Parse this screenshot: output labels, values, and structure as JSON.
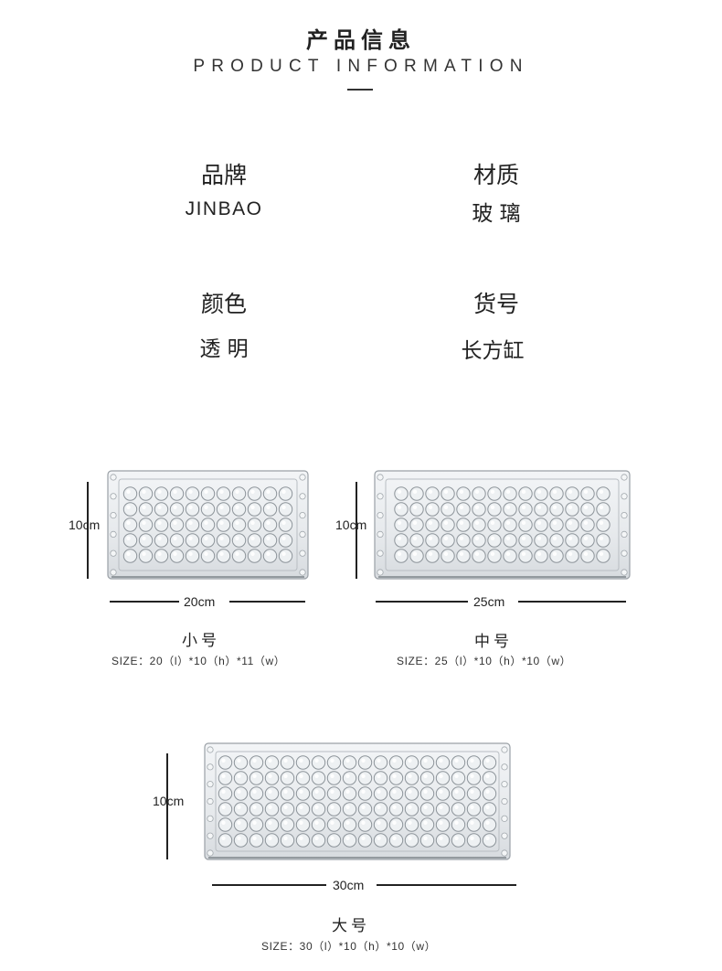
{
  "header": {
    "title_cn": "产品信息",
    "title_en": "PRODUCT INFORMATION"
  },
  "info": {
    "brand_label": "品牌",
    "brand_value": "JINBAO",
    "material_label": "材质",
    "material_value": "玻 璃",
    "color_label": "颜色",
    "color_value": "透  明",
    "item_label": "货号",
    "item_value": "长方缸"
  },
  "sizes": {
    "small": {
      "height_label": "10cm",
      "width_label": "20cm",
      "name": "小号",
      "spec": "SIZE：20（l）*10（h）*11（w）"
    },
    "medium": {
      "height_label": "10cm",
      "width_label": "25cm",
      "name": "中号",
      "spec": "SIZE：25（l）*10（h）*10（w）"
    },
    "large": {
      "height_label": "10cm",
      "width_label": "30cm",
      "name": "大号",
      "spec": "SIZE：30（l）*10（h）*10（w）"
    }
  }
}
